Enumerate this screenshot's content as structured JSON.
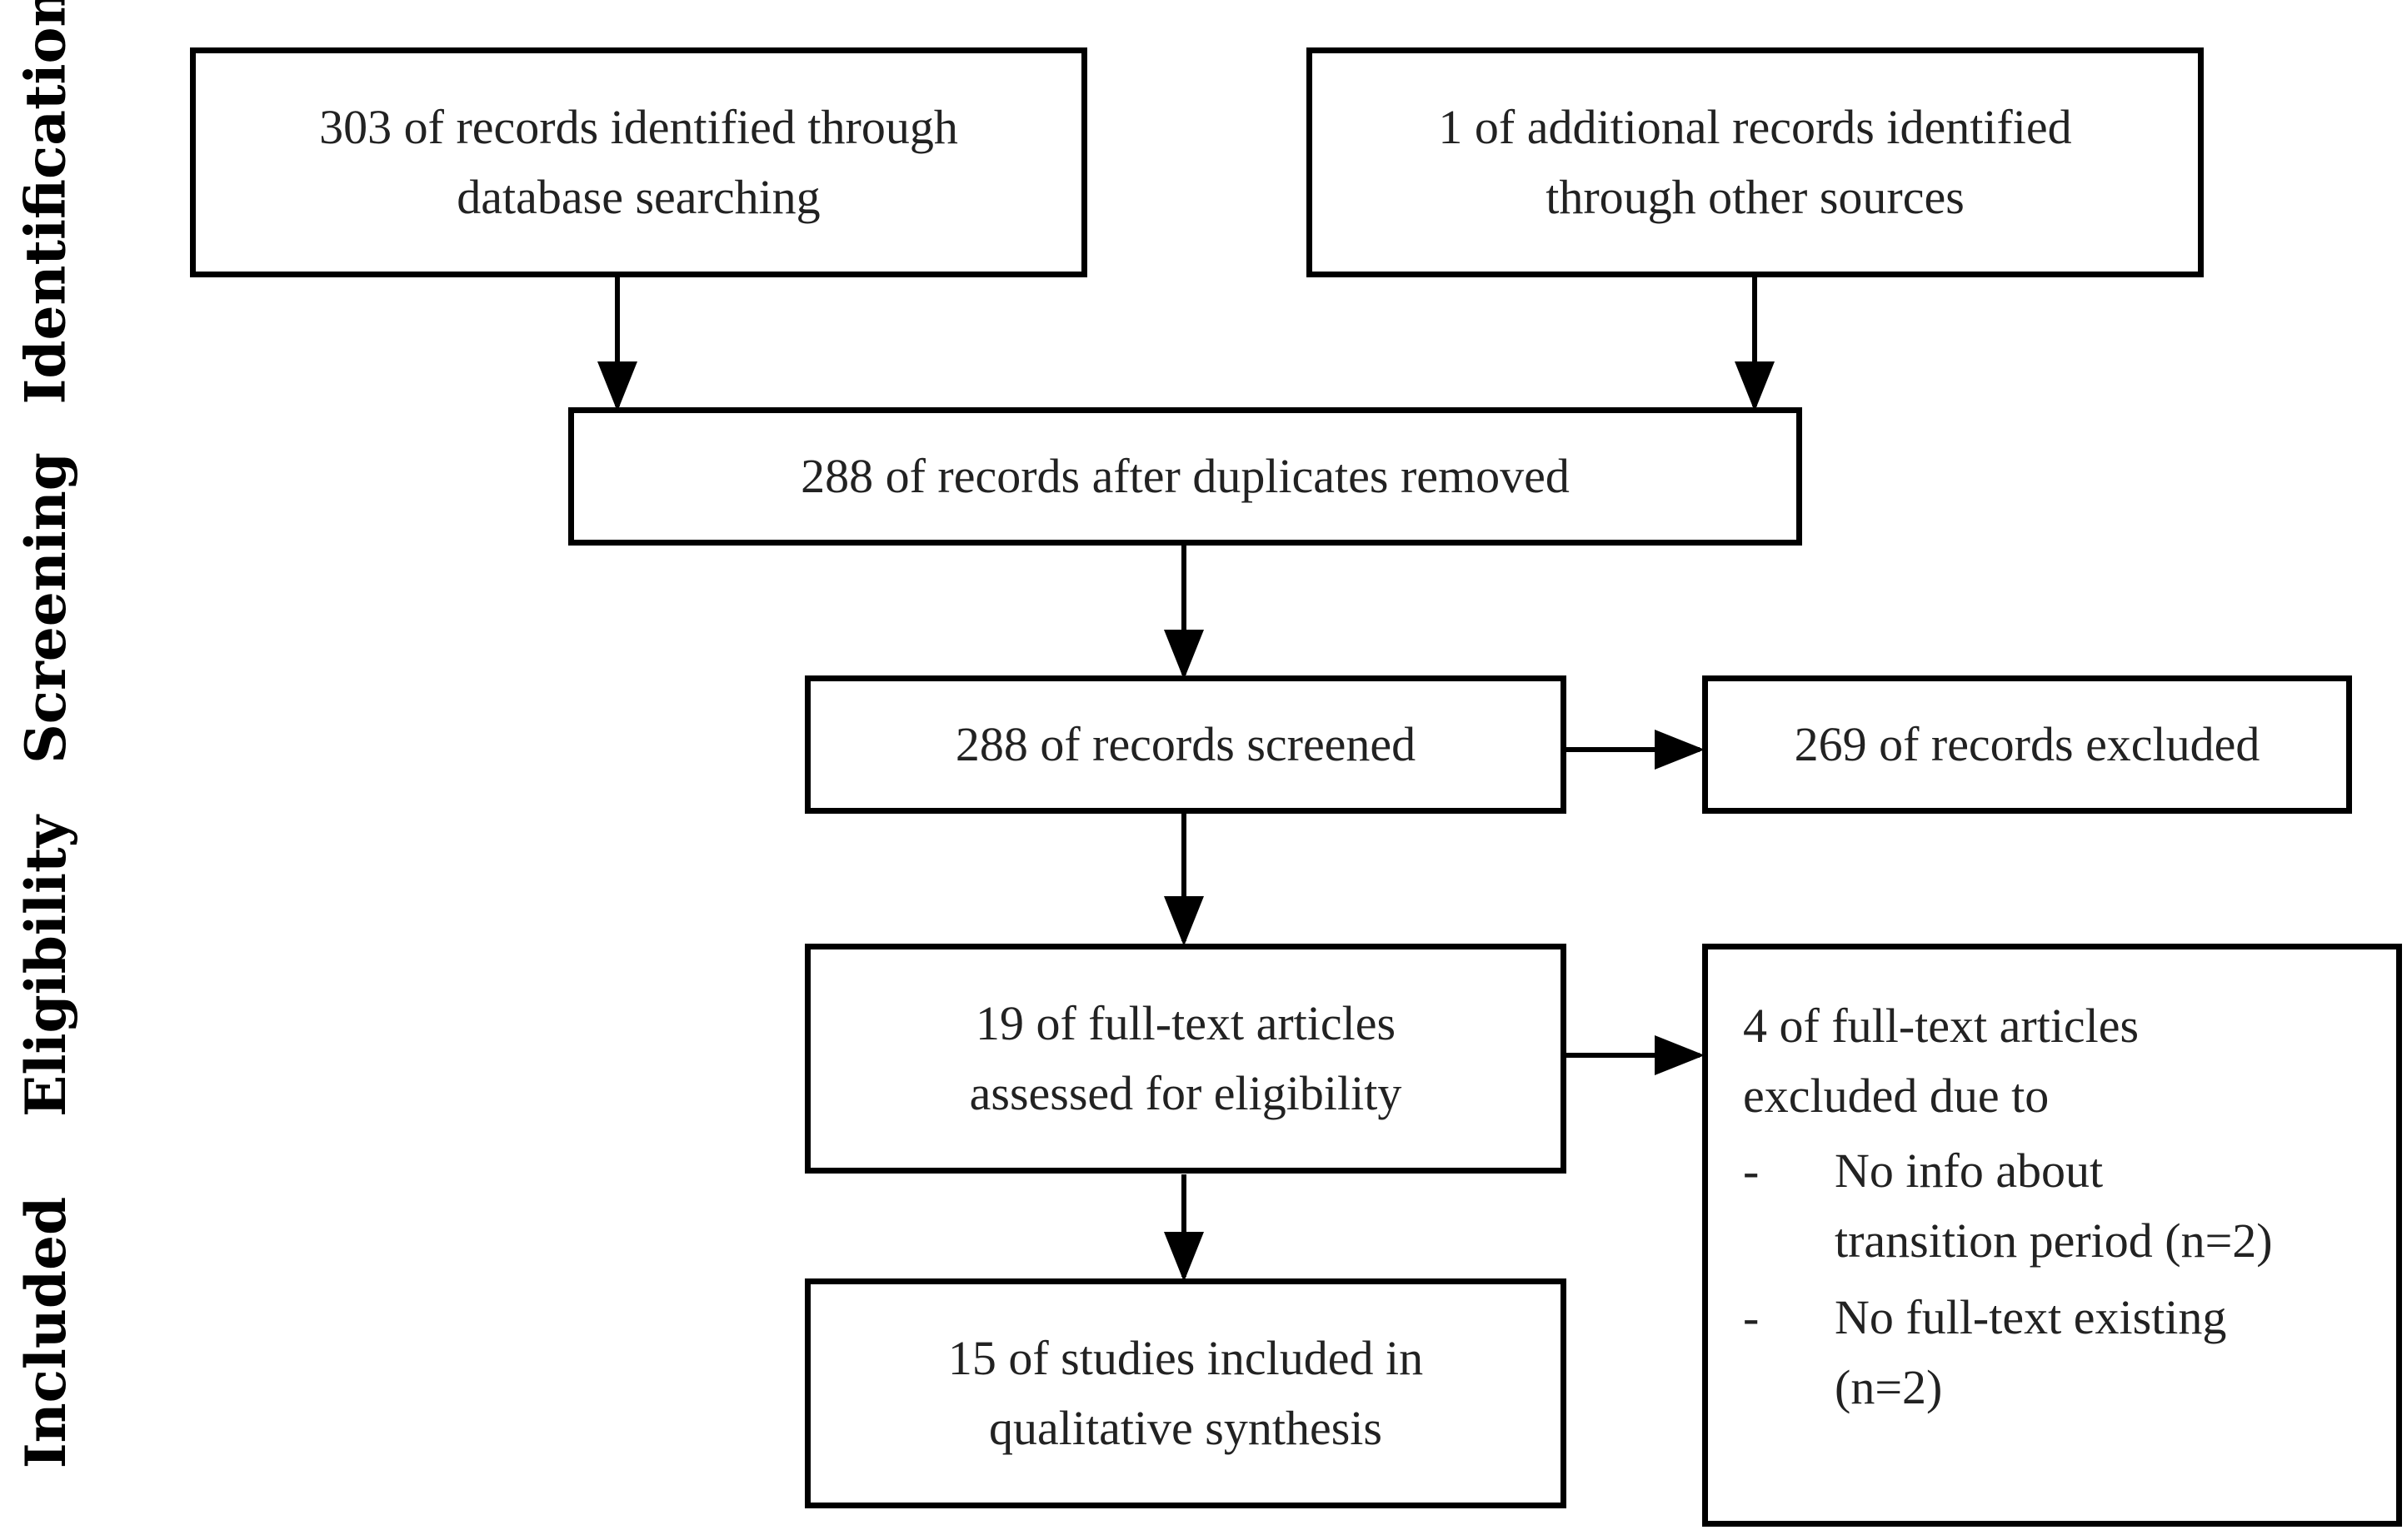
{
  "stages": {
    "identification": "Identification",
    "screening": "Screening",
    "eligibility": "Eligibility",
    "included": "Included"
  },
  "boxes": {
    "database_search": [
      "303 of records identified through",
      "database searching"
    ],
    "other_sources": [
      "1 of additional records identified",
      "through other sources"
    ],
    "duplicates_removed": [
      "288 of records after duplicates removed"
    ],
    "screened": [
      "288 of records screened"
    ],
    "excluded": [
      "269 of records excluded"
    ],
    "fulltext_assessed": [
      "19 of full-text articles",
      "assessed for eligibility"
    ],
    "fulltext_excluded": {
      "header": [
        "4 of full-text articles",
        "excluded due to"
      ],
      "reasons": [
        {
          "dash": "-",
          "lines": [
            "No info about",
            "transition period (n=2)"
          ]
        },
        {
          "dash": "-",
          "lines": [
            "No full-text existing",
            "(n=2)"
          ]
        }
      ]
    },
    "included_studies": [
      "15 of studies included in",
      "qualitative synthesis"
    ]
  }
}
